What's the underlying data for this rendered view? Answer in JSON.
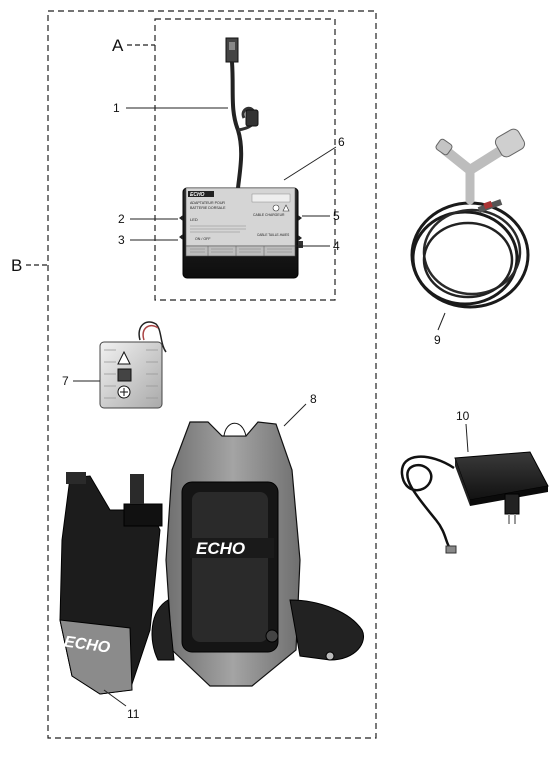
{
  "group_labels": {
    "a": "A",
    "b": "B"
  },
  "callouts": {
    "c1": "1",
    "c2": "2",
    "c3": "3",
    "c4": "4",
    "c5": "5",
    "c6": "6",
    "c7": "7",
    "c8": "8",
    "c9": "9",
    "c10": "10",
    "c11": "11"
  },
  "adapter_label": {
    "brand": "ECHO",
    "lines": [
      "ADAPTATEUR POUR",
      "BATTERIE DORSALE",
      "LED",
      "CABLE CHARGEUR",
      "CABLE TAILLE-HAIES"
    ],
    "led": "LED",
    "on_off": "ON / OFF",
    "cable_charger": "CABLE CHARGEUR",
    "cable_trimmer": "CABLE TAILLE-HAIES"
  },
  "vest_logo": "ECHO",
  "holster_logo": "ECHO",
  "colors": {
    "line": "#222222",
    "dark": "#1a1a1a",
    "mid_gray": "#8a8a8a",
    "light_gray": "#c9c9c9",
    "vest_gray": "#8f8f8f"
  }
}
